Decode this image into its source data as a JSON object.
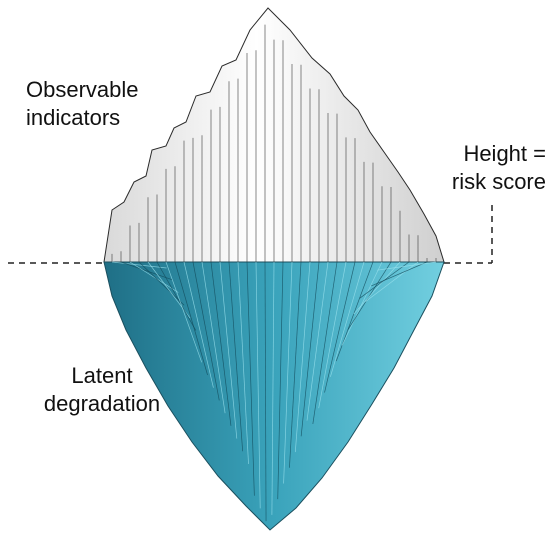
{
  "labels": {
    "observable": [
      "Observable",
      "indicators"
    ],
    "height": [
      "Height =",
      "risk score"
    ],
    "latent": [
      "Latent",
      "degradation"
    ]
  },
  "colors": {
    "above_water": "#eeeeee",
    "above_edge": "#2a2a2a",
    "below_water": "#4fb3c8",
    "below_dark": "#1f6f86",
    "leader": "#222222"
  }
}
